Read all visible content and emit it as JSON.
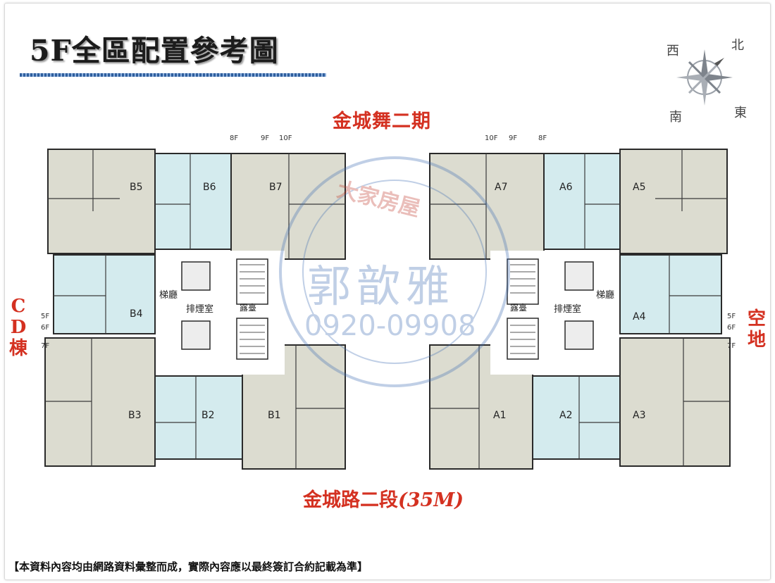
{
  "title": "5F全區配置參考圖",
  "compass": {
    "north": "北",
    "south": "南",
    "east": "東",
    "west": "西"
  },
  "roads": {
    "top": "金城舞二期",
    "bottom_main": "金城路二段",
    "bottom_width": "(35M)",
    "left_chars": [
      "C",
      "D",
      "棟"
    ],
    "right_chars": [
      "空",
      "地"
    ]
  },
  "left_building": {
    "units": [
      "B5",
      "B6",
      "B7",
      "B4",
      "B3",
      "B2",
      "B1"
    ],
    "top_floors": [
      "8F",
      "9F",
      "10F"
    ],
    "side_floors": [
      "5F",
      "6F",
      "7F"
    ],
    "core": {
      "lobby": "梯廳",
      "smoke_room": "排煙室",
      "terrace": "露臺"
    }
  },
  "right_building": {
    "units": [
      "A7",
      "A6",
      "A5",
      "A4",
      "A1",
      "A2",
      "A3"
    ],
    "top_floors": [
      "10F",
      "9F",
      "8F"
    ],
    "side_floors": [
      "5F",
      "6F",
      "7F"
    ],
    "core": {
      "lobby": "梯廳",
      "smoke_room": "排煙室",
      "terrace": "露臺"
    }
  },
  "watermark": {
    "brand": "大家房屋",
    "agent": "郭歆雅",
    "phone": "0920-09908"
  },
  "footnote": "【本資料內容均由網路資料彙整而成，實際內容應以最終簽訂合約記載為準】",
  "colors": {
    "label_red": "#d43121",
    "unit_gray": "#dcdcd0",
    "unit_blue": "#d4ebee",
    "wall": "#2a2a2a",
    "watermark_blue": "#3f6db3"
  }
}
